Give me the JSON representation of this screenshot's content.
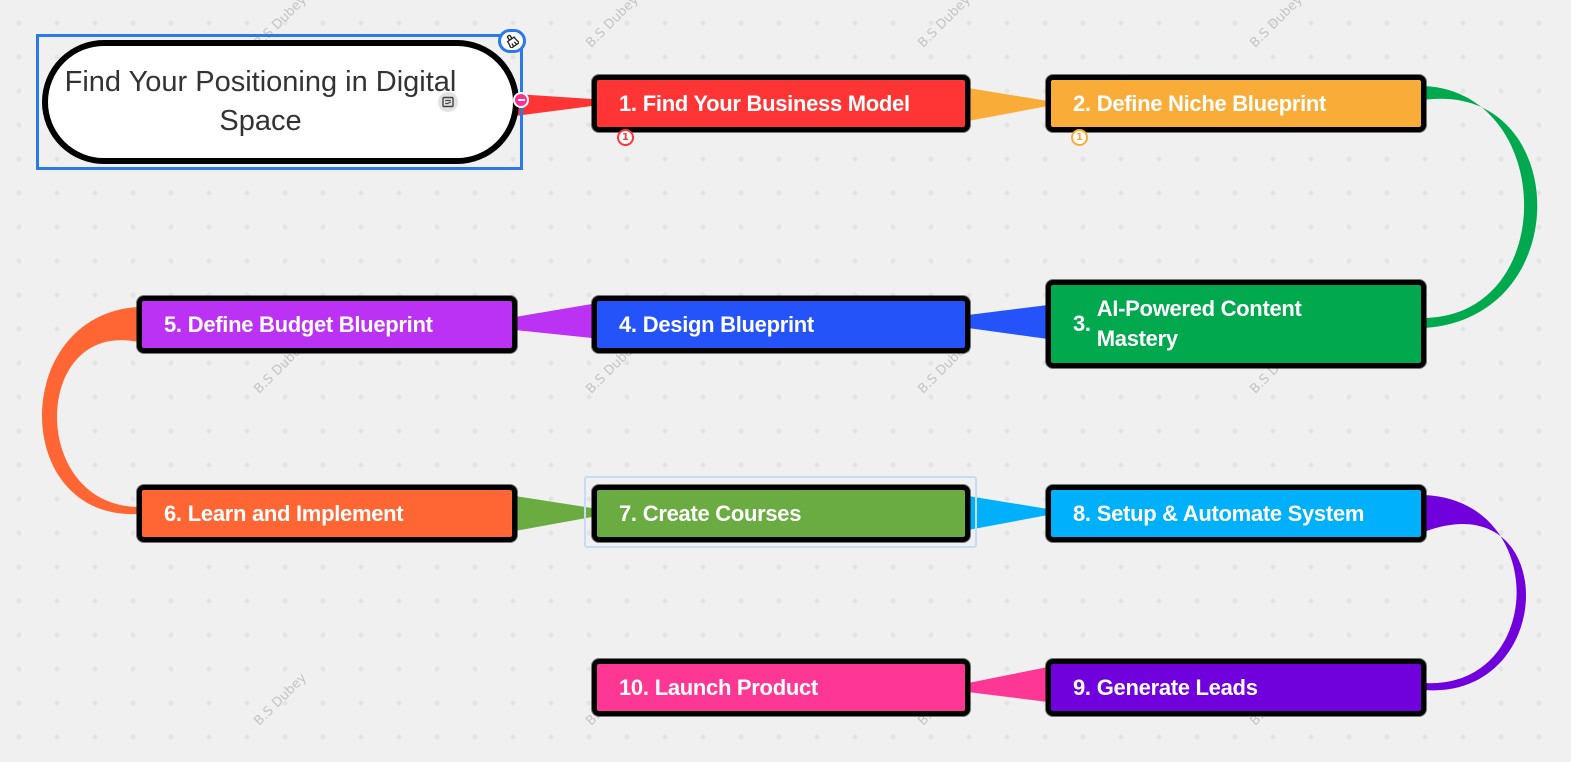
{
  "root": {
    "title": "Find Your Positioning in Digital Space",
    "note_icon": "note-icon",
    "collapse_icon": "collapse-minus-icon",
    "style_icon": "format-painter-brush-icon",
    "selected": true
  },
  "watermark": "B.S Dubey",
  "nodes": [
    {
      "id": 1,
      "number": "1.",
      "label": "Find Your Business Model",
      "color": "#ff3434",
      "badge": "1"
    },
    {
      "id": 2,
      "number": "2.",
      "label": "Define Niche Blueprint",
      "color": "#f9ac38",
      "badge": "1"
    },
    {
      "id": 3,
      "number": "3.",
      "label": "AI-Powered Content Mastery",
      "color": "#00a84e"
    },
    {
      "id": 4,
      "number": "4.",
      "label": "Design Blueprint",
      "color": "#2553fa"
    },
    {
      "id": 5,
      "number": "5.",
      "label": "Define Budget Blueprint",
      "color": "#bc32f5"
    },
    {
      "id": 6,
      "number": "6.",
      "label": "Learn and Implement",
      "color": "#ff6633"
    },
    {
      "id": 7,
      "number": "7.",
      "label": "Create Courses",
      "color": "#6aab42",
      "selected": true
    },
    {
      "id": 8,
      "number": "8.",
      "label": "Setup & Automate System",
      "color": "#00b0fa"
    },
    {
      "id": 9,
      "number": "9.",
      "label": "Generate Leads",
      "color": "#7000dc"
    },
    {
      "id": 10,
      "number": "10.",
      "label": "Launch Product",
      "color": "#ff3794"
    }
  ],
  "connections": [
    {
      "from": "root",
      "to": 1,
      "color": "#ff3434",
      "style": "taper"
    },
    {
      "from": 1,
      "to": 2,
      "color": "#f9ac38",
      "style": "taper"
    },
    {
      "from": 2,
      "to": 3,
      "color": "#00a84e",
      "style": "arc"
    },
    {
      "from": 3,
      "to": 4,
      "color": "#2553fa",
      "style": "taper"
    },
    {
      "from": 4,
      "to": 5,
      "color": "#bc32f5",
      "style": "taper"
    },
    {
      "from": 5,
      "to": 6,
      "color": "#ff6633",
      "style": "arc"
    },
    {
      "from": 6,
      "to": 7,
      "color": "#6aab42",
      "style": "taper"
    },
    {
      "from": 7,
      "to": 8,
      "color": "#00b0fa",
      "style": "taper"
    },
    {
      "from": 8,
      "to": 9,
      "color": "#7000dc",
      "style": "arc"
    },
    {
      "from": 9,
      "to": 10,
      "color": "#ff3794",
      "style": "taper"
    }
  ]
}
